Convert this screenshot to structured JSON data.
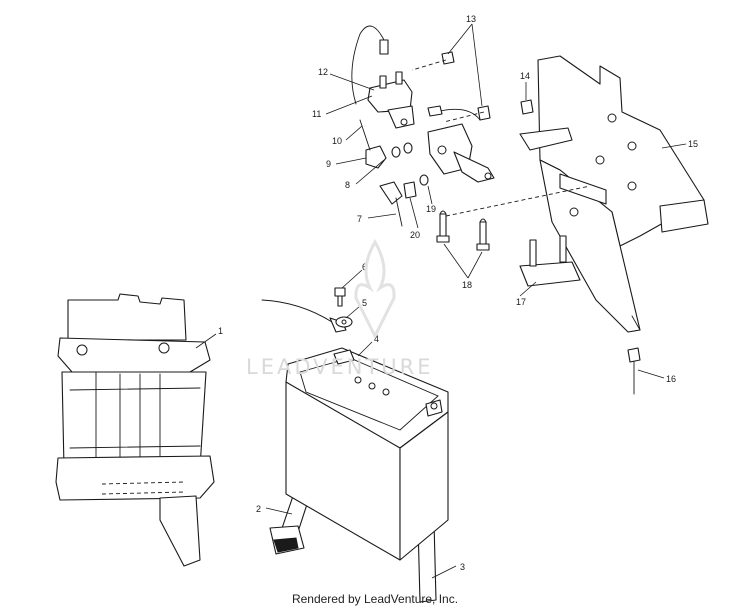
{
  "watermark": {
    "text": "LEADVENTURE"
  },
  "credit": {
    "text": "Rendered by LeadVenture, Inc."
  },
  "callouts": [
    {
      "id": "1",
      "label": "1"
    },
    {
      "id": "2",
      "label": "2"
    },
    {
      "id": "3",
      "label": "3"
    },
    {
      "id": "4",
      "label": "4"
    },
    {
      "id": "5",
      "label": "5"
    },
    {
      "id": "6",
      "label": "6"
    },
    {
      "id": "7",
      "label": "7"
    },
    {
      "id": "8",
      "label": "8"
    },
    {
      "id": "9",
      "label": "9"
    },
    {
      "id": "10",
      "label": "10"
    },
    {
      "id": "11",
      "label": "11"
    },
    {
      "id": "12",
      "label": "12"
    },
    {
      "id": "13",
      "label": "13"
    },
    {
      "id": "14",
      "label": "14"
    },
    {
      "id": "15",
      "label": "15"
    },
    {
      "id": "16",
      "label": "16"
    },
    {
      "id": "17",
      "label": "17"
    },
    {
      "id": "18",
      "label": "18"
    },
    {
      "id": "19",
      "label": "19"
    },
    {
      "id": "20",
      "label": "20"
    }
  ]
}
